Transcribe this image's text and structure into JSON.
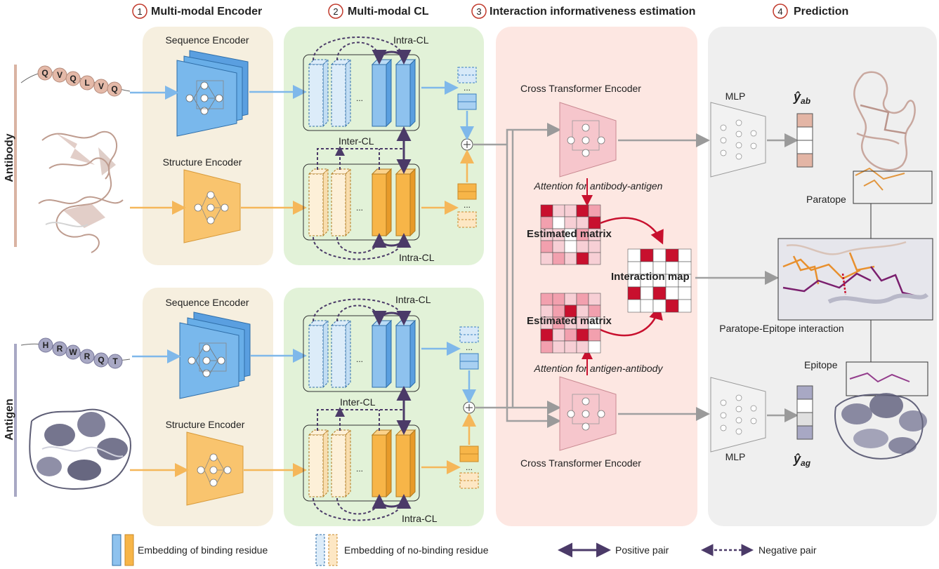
{
  "stages": [
    {
      "num": "1",
      "title": "Multi-modal Encoder"
    },
    {
      "num": "2",
      "title": "Multi-modal CL"
    },
    {
      "num": "3",
      "title": "Interaction informativeness estimation"
    },
    {
      "num": "4",
      "title": "Prediction"
    }
  ],
  "sides": {
    "antibody": "Antibody",
    "antigen": "Antigen"
  },
  "encoders": {
    "sequence": "Sequence Encoder",
    "structure": "Structure Encoder"
  },
  "antibody_residues": [
    "Q",
    "V",
    "Q",
    "L",
    "V",
    "Q"
  ],
  "antigen_residues": [
    "H",
    "R",
    "W",
    "R",
    "Q",
    "T"
  ],
  "cl": {
    "intra": "Intra-CL",
    "inter": "Inter-CL",
    "ellipsis": "..."
  },
  "interaction": {
    "cross_encoder": "Cross Transformer Encoder",
    "attn_ab": "Attention for antibody-antigen",
    "attn_ag": "Attention for antigen-antibody",
    "estimated": "Estimated matrix",
    "map": "Interaction map"
  },
  "prediction": {
    "mlp": "MLP",
    "y_ab": "ŷ",
    "y_ab_sub": "ab",
    "y_ag": "ŷ",
    "y_ag_sub": "ag",
    "paratope": "Paratope",
    "epitope": "Epitope",
    "pe_interaction": "Paratope-Epitope interaction"
  },
  "legend": {
    "binding": "Embedding of binding residue",
    "nobinding": "Embedding of no-binding residue",
    "positive": "Positive pair",
    "negative": "Negative pair"
  },
  "colors": {
    "encoder_bg": "#f6efdf",
    "cl_bg": "#e2f2d8",
    "interaction_bg": "#fde7e2",
    "prediction_bg": "#efefef",
    "seq_blue": "#6bb0e8",
    "struct_orange": "#f9c46e",
    "antibody_pink": "#d9b3a2",
    "antigen_gray": "#a8a8c4",
    "arrow_purple": "#4b3a68",
    "red_accent": "#c8102e"
  }
}
